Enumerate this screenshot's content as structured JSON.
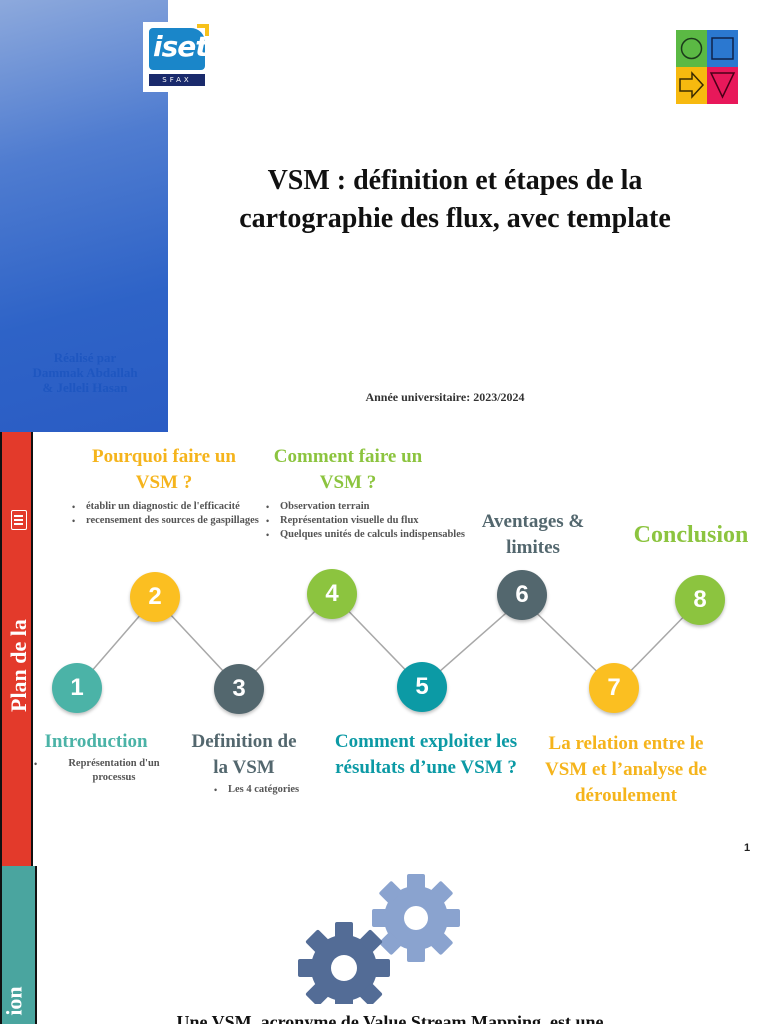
{
  "title_slide": {
    "logo_text": "iset",
    "logo_subtext": "SFAX",
    "title": "VSM : définition et étapes de la cartographie des flux, avec template",
    "authors": [
      "Réalisé par",
      "Dammak Abdallah",
      "& Jelleli Hasan"
    ],
    "year": "Année universitaire: 2023/2024",
    "colors": {
      "band": "#2e63c7",
      "icon_green": "#5bb944",
      "icon_blue": "#2b78d0",
      "icon_yellow": "#f7b90f",
      "icon_pink": "#e8185a"
    }
  },
  "plan_slide": {
    "label": "Plan de la",
    "page_number": "1",
    "steps": [
      {
        "number": "1",
        "title": "Introduction",
        "color": "#4bb3a7",
        "bullets": [
          "Représentation d'un processus"
        ]
      },
      {
        "number": "2",
        "title": "Pourquoi faire un VSM ?",
        "color": "#fbbf21",
        "bullets": [
          "établir un diagnostic de l'efficacité",
          "recensement des sources de gaspillages"
        ]
      },
      {
        "number": "3",
        "title": "Definition de la VSM",
        "color": "#53676e",
        "bullets": [
          "Les 4 catégories"
        ]
      },
      {
        "number": "4",
        "title": "Comment faire un VSM ?",
        "color": "#8cc43f",
        "bullets": [
          "Observation terrain",
          "Représentation visuelle du flux",
          "Quelques unités de calculs indispensables"
        ]
      },
      {
        "number": "5",
        "title": "Comment exploiter les résultats d’une VSM ?",
        "color": "#0c9aa5",
        "bullets": []
      },
      {
        "number": "6",
        "title": "Aventages & limites",
        "color": "#53676e",
        "bullets": []
      },
      {
        "number": "7",
        "title": "La relation entre le VSM et l’analyse de déroulement",
        "color": "#fbbf21",
        "bullets": []
      },
      {
        "number": "8",
        "title": "Conclusion",
        "color": "#8cc43f",
        "bullets": []
      }
    ]
  },
  "intro_slide": {
    "label": "ion",
    "text": "Une VSM, acronyme de Value Stream Mapping, est une"
  }
}
